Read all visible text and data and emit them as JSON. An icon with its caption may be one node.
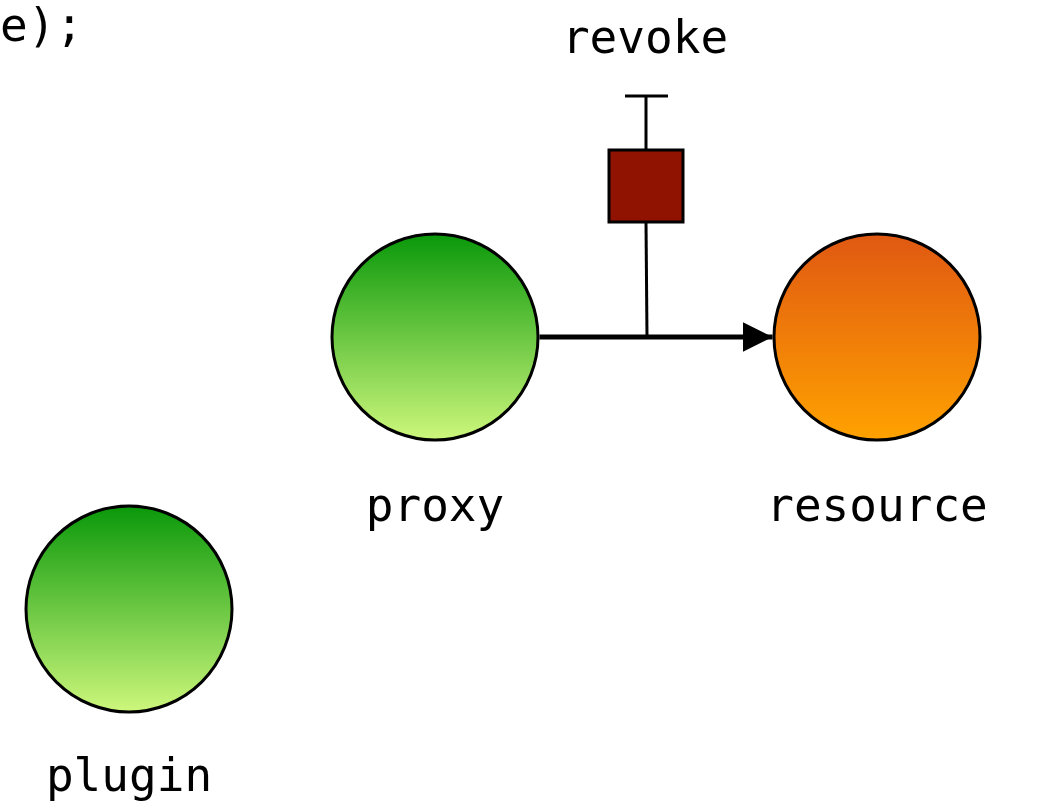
{
  "diagram": {
    "nodes": [
      {
        "text": [
          "proxy"
        ]
      },
      {
        "text": [
          "resource"
        ]
      },
      {
        "text": [
          "plugin"
        ]
      },
      {
        "text": [
          "revoke"
        ]
      }
    ],
    "edges": [
      {
        "from": 0,
        "to": 1,
        "arrow": "to"
      },
      {
        "from": 3,
        "to": null,
        "arrow": "none"
      }
    ],
    "labels": [
      "e);"
    ]
  }
}
